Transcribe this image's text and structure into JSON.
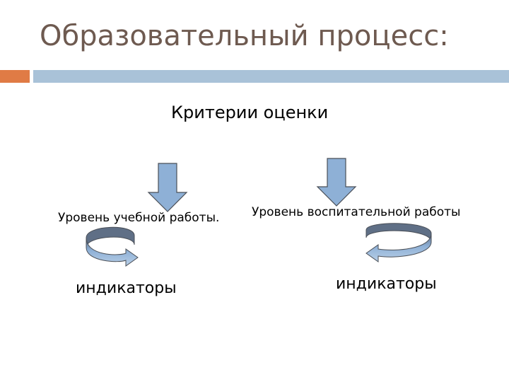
{
  "slide": {
    "title": "Образовательный процесс:",
    "criteria": "Критерии оценки",
    "level_left": "Уровень учебной работы.",
    "level_right": "Уровень воспитательной работы",
    "indicators_left": "индикаторы",
    "indicators_right": "индикаторы"
  },
  "colors": {
    "title": "#6e5a50",
    "accent_orange": "#e07b45",
    "accent_blue": "#a9c2d8",
    "arrow_fill": "#8eb0d6",
    "arrow_stroke": "#4a4f57"
  },
  "icons": [
    "down-arrow-icon",
    "curved-arrow-icon"
  ]
}
